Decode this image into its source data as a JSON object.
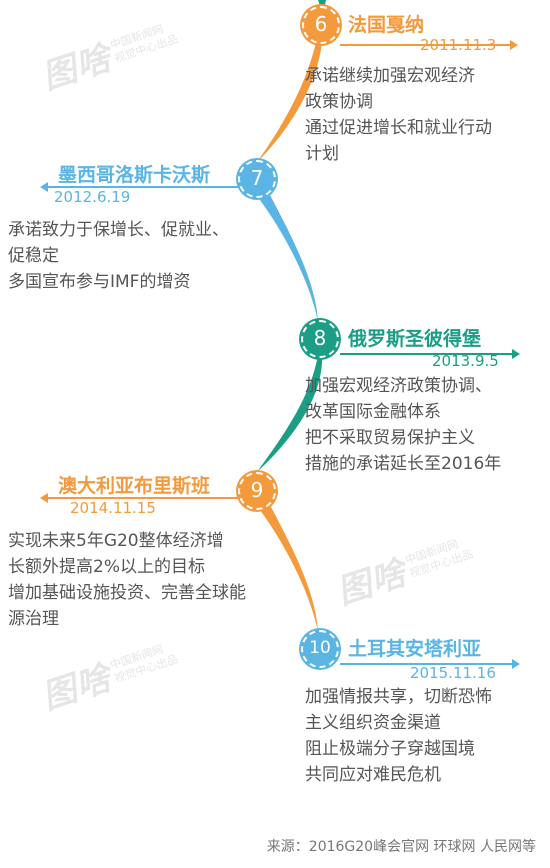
{
  "watermark": {
    "brand": "图啥",
    "line1": "中国新闻网",
    "line2": "视觉中心出品"
  },
  "colors": {
    "orange": "#f39a3c",
    "blue": "#5ab5e4",
    "teal": "#1a9e86",
    "text": "#555555"
  },
  "events": [
    {
      "number": "6",
      "title": "法国戛纳",
      "date": "2011.11.3",
      "lines": [
        "承诺继续加强宏观经济",
        "政策协调",
        "通过促进增长和就业行动",
        "计划"
      ]
    },
    {
      "number": "7",
      "title": "墨西哥洛斯卡沃斯",
      "date": "2012.6.19",
      "lines": [
        "承诺致力于保增长、促就业、",
        "促稳定",
        "多国宣布参与IMF的增资"
      ]
    },
    {
      "number": "8",
      "title": "俄罗斯圣彼得堡",
      "date": "2013.9.5",
      "lines": [
        "加强宏观经济政策协调、",
        "改革国际金融体系",
        "把不采取贸易保护主义",
        "措施的承诺延长至2016年"
      ]
    },
    {
      "number": "9",
      "title": "澳大利亚布里斯班",
      "date": "2014.11.15",
      "lines": [
        "实现未来5年G20整体经济增",
        "长额外提高2%以上的目标",
        "增加基础设施投资、完善全球能",
        "源治理"
      ]
    },
    {
      "number": "10",
      "title": "土耳其安塔利亚",
      "date": "2015.11.16",
      "lines": [
        "加强情报共享，切断恐怖",
        "主义组织资金渠道",
        "阻止极端分子穿越国境",
        "共同应对难民危机"
      ]
    }
  ],
  "source": "来源：2016G20峰会官网 环球网 人民网等"
}
